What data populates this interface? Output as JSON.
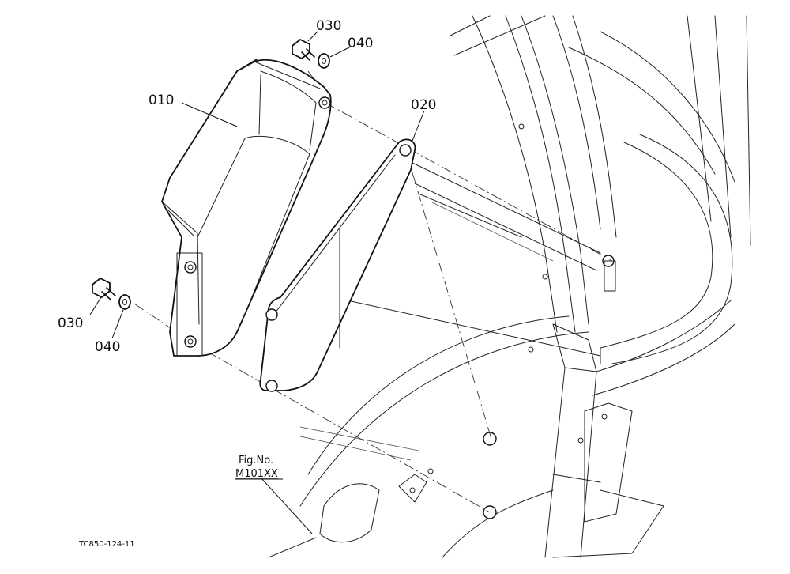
{
  "figure": {
    "callouts": {
      "part_010": "010",
      "part_020": "020",
      "part_030_top": "030",
      "part_040_top": "040",
      "part_030_bottom": "030",
      "part_040_bottom": "040"
    },
    "fig_ref_label": "Fig.No.",
    "fig_ref_number": "M101XX",
    "drawing_number": "TC850-124-11"
  },
  "colors": {
    "line": "#111111",
    "background": "#ffffff"
  }
}
